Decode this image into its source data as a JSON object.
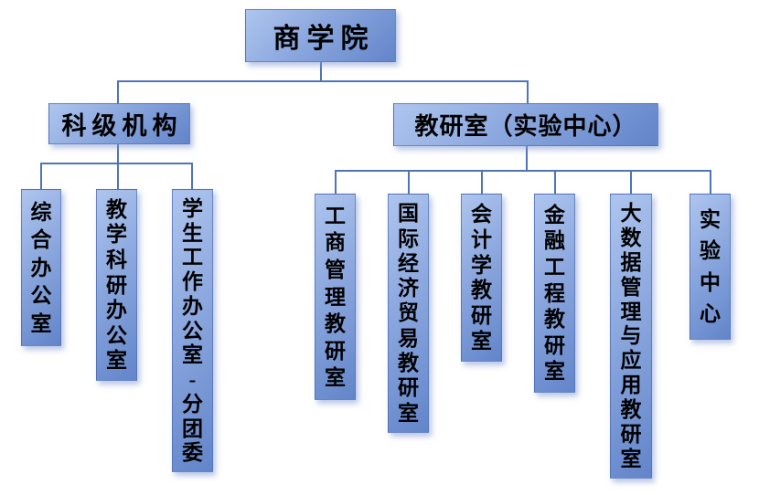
{
  "org_chart": {
    "type": "org-tree",
    "root": {
      "label": "商学院"
    },
    "branches": [
      {
        "label": "科级机构",
        "children": [
          "综合办公室",
          "教学科研办公室",
          "学生工作办公室-分团委"
        ]
      },
      {
        "label": "教研室（实验中心）",
        "children": [
          "工商管理教研室",
          "国际经济贸易教研室",
          "会计学教研室",
          "金融工程教研室",
          "大数据管理与应用教研室",
          "实验中心"
        ]
      }
    ],
    "colors": {
      "box_gradient_light": "#aec5ee",
      "box_gradient_dark": "#6285ca",
      "box_border": "#4667ac",
      "connector": "#4f74b8",
      "shadow": "#7d96cd",
      "text": "#000000",
      "background": "#ffffff"
    }
  }
}
